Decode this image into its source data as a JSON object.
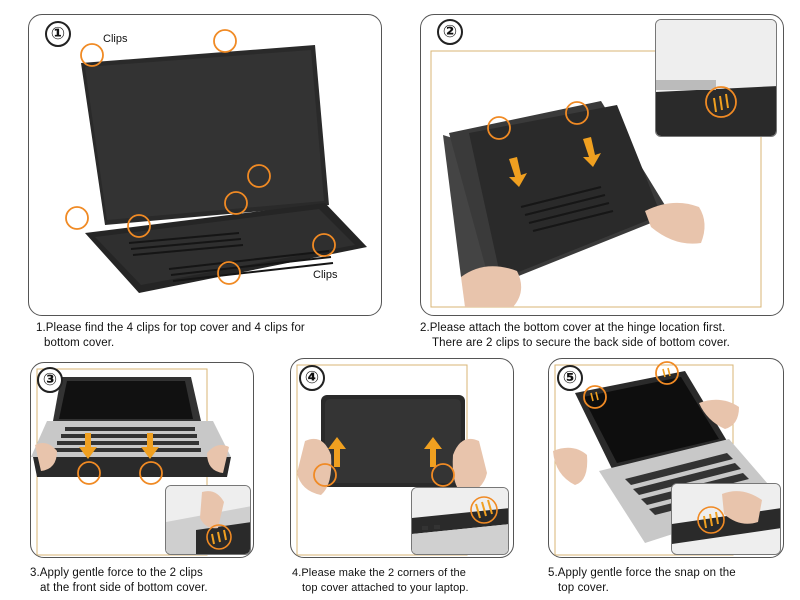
{
  "colors": {
    "accent_orange": "#f08a24",
    "arrow_orange": "#f0a020",
    "laptop_dark": "#2a2a2a",
    "panel_border": "#555555",
    "gold_frame": "#d8b574"
  },
  "icons": [
    "step-number-circle",
    "clip-circle-marker",
    "down-arrow",
    "up-arrow",
    "hand"
  ],
  "steps": [
    {
      "number": "①",
      "clip_label_top": "Clips",
      "clip_label_bottom": "Clips",
      "caption_line1": "1.Please find the 4 clips for top cover and 4 clips for",
      "caption_line2": "bottom cover."
    },
    {
      "number": "②",
      "caption_line1": "2.Please attach the bottom cover at the hinge location first.",
      "caption_line2": "There are 2 clips to secure the back side of bottom cover."
    },
    {
      "number": "③",
      "caption_line1": "3.Apply gentle force to the 2 clips",
      "caption_line2": "at the front side of bottom cover."
    },
    {
      "number": "④",
      "caption_line1": "4.Please make the 2 corners of the",
      "caption_line2": "top cover attached to your laptop."
    },
    {
      "number": "⑤",
      "caption_line1": "5.Apply gentle force the snap on  the",
      "caption_line2": "top cover."
    }
  ]
}
